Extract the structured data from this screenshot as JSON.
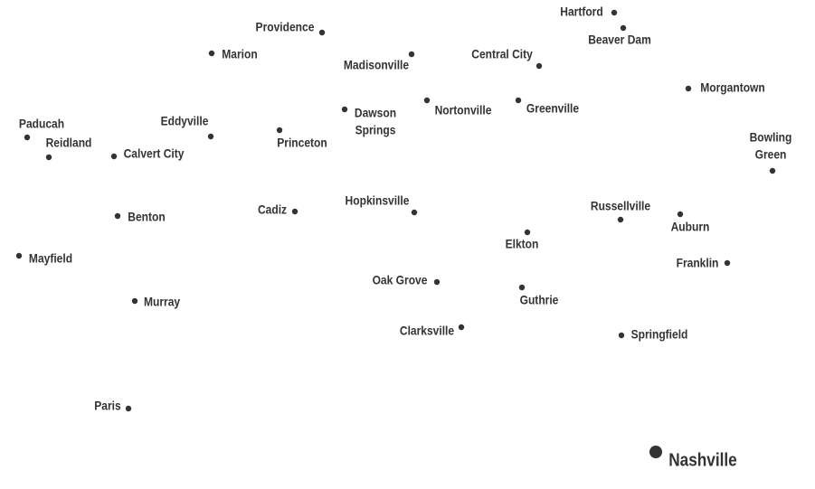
{
  "colors": {
    "background": "#ffffff",
    "marker": "#333333",
    "label": "#333333"
  },
  "cities": [
    {
      "id": "hartford",
      "name": [
        "Hartford"
      ],
      "major": false
    },
    {
      "id": "beaver-dam",
      "name": [
        "Beaver Dam"
      ],
      "major": false
    },
    {
      "id": "providence",
      "name": [
        "Providence"
      ],
      "major": false
    },
    {
      "id": "marion",
      "name": [
        "Marion"
      ],
      "major": false
    },
    {
      "id": "madisonville",
      "name": [
        "Madisonville"
      ],
      "major": false
    },
    {
      "id": "central-city",
      "name": [
        "Central City"
      ],
      "major": false
    },
    {
      "id": "morgantown",
      "name": [
        "Morgantown"
      ],
      "major": false
    },
    {
      "id": "paducah",
      "name": [
        "Paducah"
      ],
      "major": false
    },
    {
      "id": "reidland",
      "name": [
        "Reidland"
      ],
      "major": false
    },
    {
      "id": "eddyville",
      "name": [
        "Eddyville"
      ],
      "major": false
    },
    {
      "id": "calvert-city",
      "name": [
        "Calvert City"
      ],
      "major": false
    },
    {
      "id": "princeton",
      "name": [
        "Princeton"
      ],
      "major": false
    },
    {
      "id": "dawson-springs",
      "name": [
        "Dawson",
        "Springs"
      ],
      "major": false
    },
    {
      "id": "nortonville",
      "name": [
        "Nortonville"
      ],
      "major": false
    },
    {
      "id": "greenville",
      "name": [
        "Greenville"
      ],
      "major": false
    },
    {
      "id": "bowling-green",
      "name": [
        "Bowling",
        "Green"
      ],
      "major": false
    },
    {
      "id": "benton",
      "name": [
        "Benton"
      ],
      "major": false
    },
    {
      "id": "cadiz",
      "name": [
        "Cadiz"
      ],
      "major": false
    },
    {
      "id": "hopkinsville",
      "name": [
        "Hopkinsville"
      ],
      "major": false
    },
    {
      "id": "russellville",
      "name": [
        "Russellville"
      ],
      "major": false
    },
    {
      "id": "auburn",
      "name": [
        "Auburn"
      ],
      "major": false
    },
    {
      "id": "elkton",
      "name": [
        "Elkton"
      ],
      "major": false
    },
    {
      "id": "mayfield",
      "name": [
        "Mayfield"
      ],
      "major": false
    },
    {
      "id": "franklin",
      "name": [
        "Franklin"
      ],
      "major": false
    },
    {
      "id": "oak-grove",
      "name": [
        "Oak Grove"
      ],
      "major": false
    },
    {
      "id": "murray",
      "name": [
        "Murray"
      ],
      "major": false
    },
    {
      "id": "guthrie",
      "name": [
        "Guthrie"
      ],
      "major": false
    },
    {
      "id": "clarksville",
      "name": [
        "Clarksville"
      ],
      "major": false
    },
    {
      "id": "springfield",
      "name": [
        "Springfield"
      ],
      "major": false
    },
    {
      "id": "paris",
      "name": [
        "Paris"
      ],
      "major": false
    },
    {
      "id": "nashville",
      "name": [
        "Nashville"
      ],
      "major": true
    }
  ]
}
